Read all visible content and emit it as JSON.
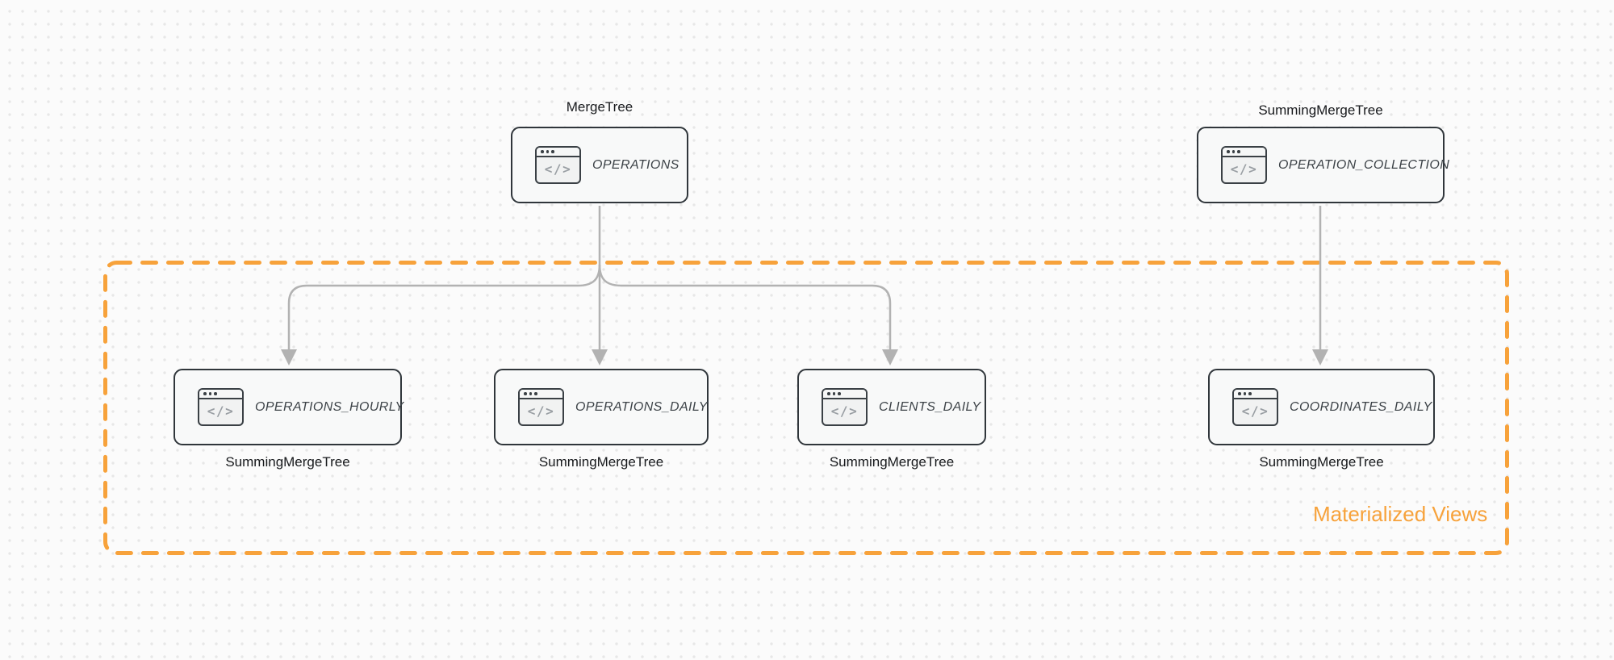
{
  "icon_glyph": "</>",
  "group": {
    "label": "Materialized Views"
  },
  "nodes": [
    {
      "engine": "MergeTree",
      "label": "OPERATIONS"
    },
    {
      "engine": "SummingMergeTree",
      "label": "OPERATION_COLLECTION"
    },
    {
      "engine": "SummingMergeTree",
      "label": "OPERATIONS_HOURLY"
    },
    {
      "engine": "SummingMergeTree",
      "label": "OPERATIONS_DAILY"
    },
    {
      "engine": "SummingMergeTree",
      "label": "CLIENTS_DAILY"
    },
    {
      "engine": "SummingMergeTree",
      "label": "COORDINATES_DAILY"
    }
  ],
  "colors": {
    "accent_orange": "#F7A23B",
    "edge_gray": "#B2B2B2",
    "node_border": "#30363B",
    "node_fill": "#F8F9F9",
    "background": "#FBFBFB",
    "dot_grid": "#E7E7E7"
  }
}
